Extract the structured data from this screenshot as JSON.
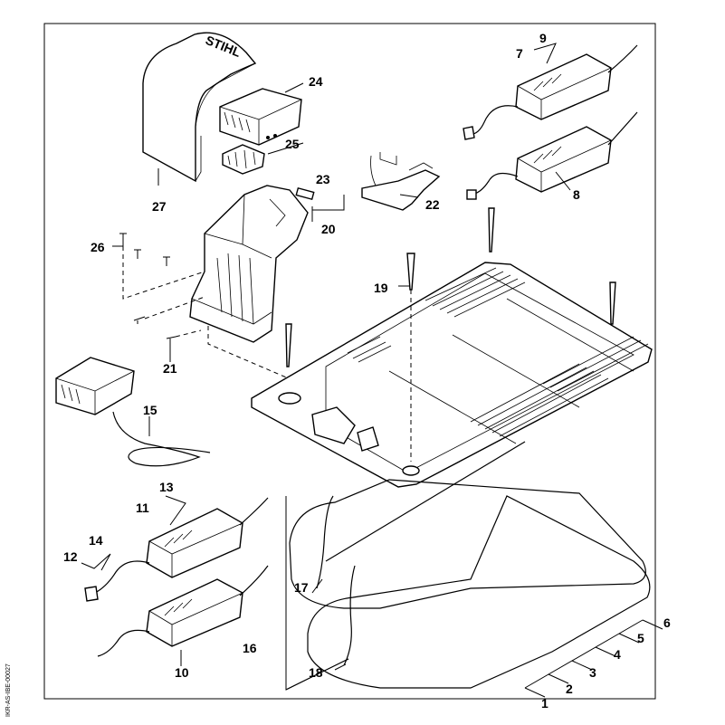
{
  "diagram": {
    "brand_mark": "STIHL",
    "side_code": "IKR-AS-IBE-00027",
    "callouts": [
      "1",
      "2",
      "3",
      "4",
      "5",
      "6",
      "7",
      "8",
      "9",
      "10",
      "11",
      "12",
      "13",
      "14",
      "15",
      "16",
      "17",
      "18",
      "19",
      "20",
      "21",
      "22",
      "23",
      "24",
      "25",
      "26",
      "27"
    ]
  }
}
